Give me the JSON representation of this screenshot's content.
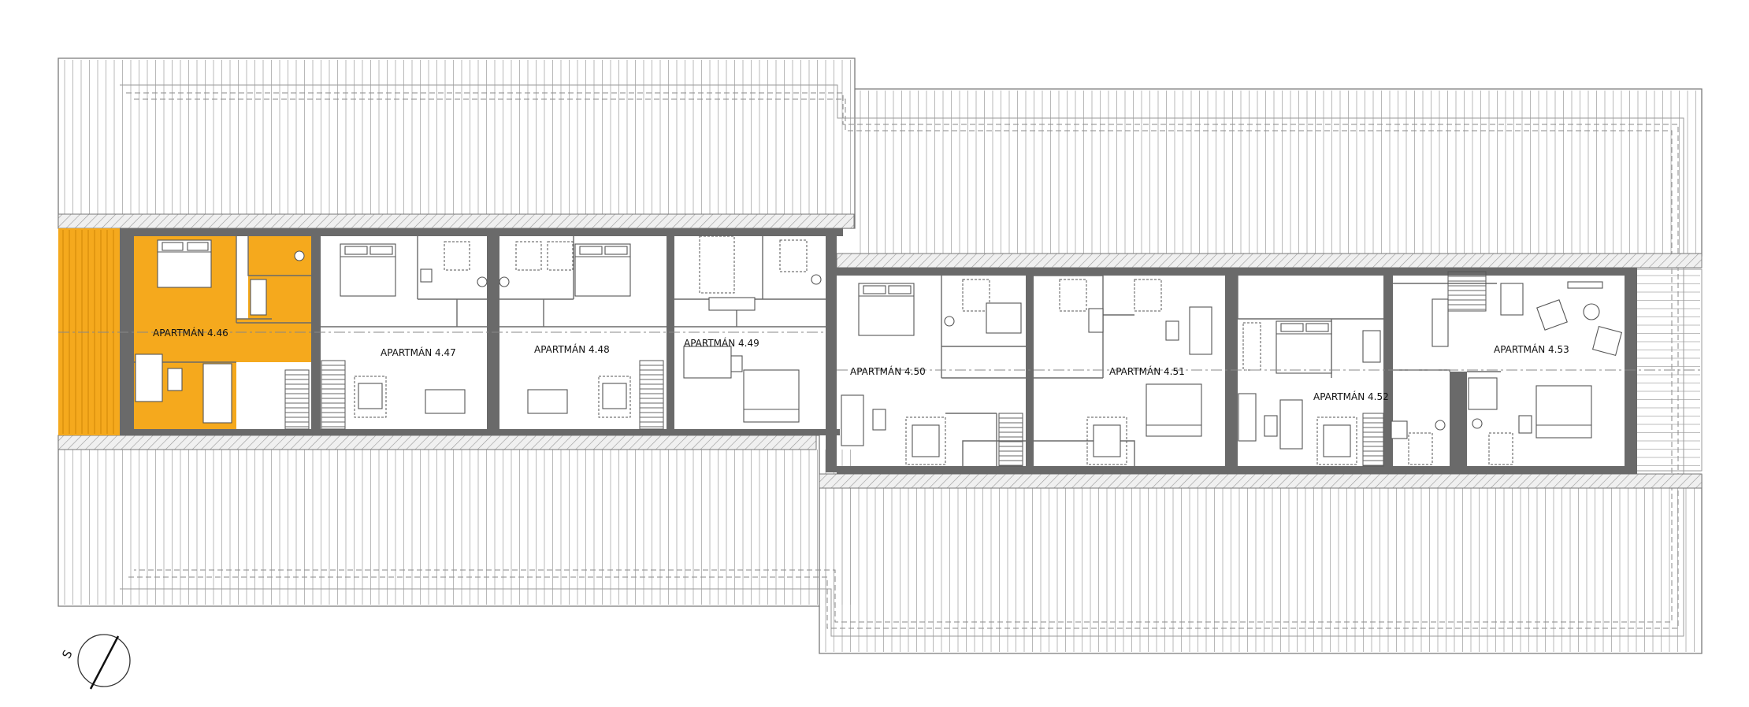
{
  "apartments": [
    {
      "id": "a46",
      "label": "APARTMÁN 4.46",
      "highlighted": true
    },
    {
      "id": "a47",
      "label": "APARTMÁN 4.47",
      "highlighted": false
    },
    {
      "id": "a48",
      "label": "APARTMÁN 4.48",
      "highlighted": false
    },
    {
      "id": "a49",
      "label": "APARTMÁN 4.49",
      "highlighted": false
    },
    {
      "id": "a50",
      "label": "APARTMÁN 4.50",
      "highlighted": false
    },
    {
      "id": "a51",
      "label": "APARTMÁN 4.51",
      "highlighted": false
    },
    {
      "id": "a52",
      "label": "APARTMÁN 4.52",
      "highlighted": false
    },
    {
      "id": "a53",
      "label": "APARTMÁN 4.53",
      "highlighted": false
    }
  ],
  "north_arrow": {
    "letter": "S"
  },
  "colors": {
    "highlight": "#f5a91d",
    "wall": "#6a6a6a",
    "roof_line": "#8a8a8a"
  }
}
